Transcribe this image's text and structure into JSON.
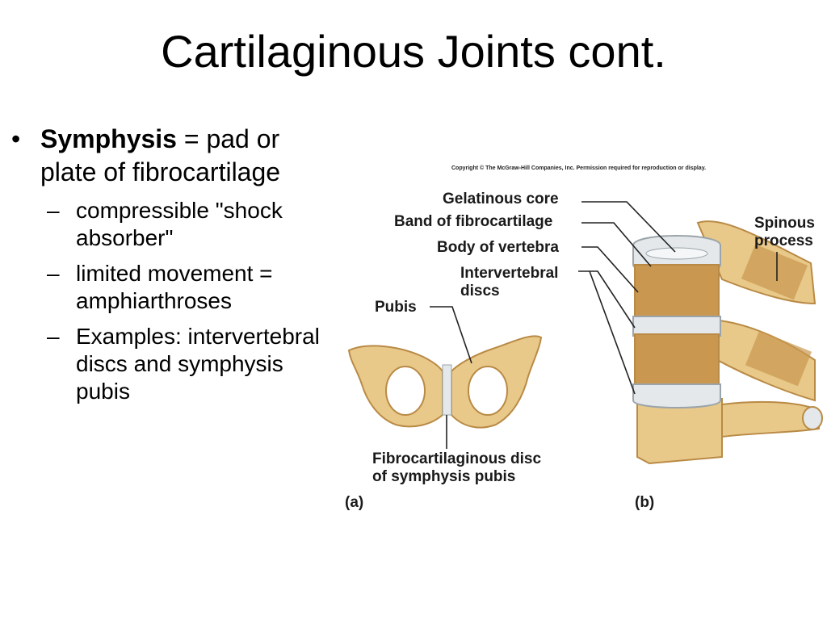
{
  "title": "Cartilaginous Joints cont.",
  "bullet": {
    "marker": "•",
    "term": "Symphysis",
    "definition": " = pad or plate of fibrocartilage",
    "sub_marker": "–",
    "sub": [
      "compressible \"shock absorber\"",
      "limited movement = amphiarthroses",
      "Examples: intervertebral discs and symphysis pubis"
    ]
  },
  "figure": {
    "copyright": "Copyright © The McGraw-Hill Companies, Inc. Permission required for reproduction or display.",
    "labels": {
      "gelatinous_core": "Gelatinous core",
      "band_fibrocartilage": "Band of fibrocartilage",
      "body_vertebra": "Body of vertebra",
      "intervertebral_1": "Intervertebral",
      "intervertebral_2": "discs",
      "spinous_1": "Spinous",
      "spinous_2": "process",
      "pubis": "Pubis",
      "fibro_disc_1": "Fibrocartilaginous disc",
      "fibro_disc_2": "of symphysis pubis",
      "panel_a": "(a)",
      "panel_b": "(b)"
    },
    "colors": {
      "bone": "#e8c98a",
      "bone_dark": "#b98a45",
      "spongy": "#c9974f",
      "disc": "#e4e8ea",
      "leader": "#222222"
    }
  }
}
